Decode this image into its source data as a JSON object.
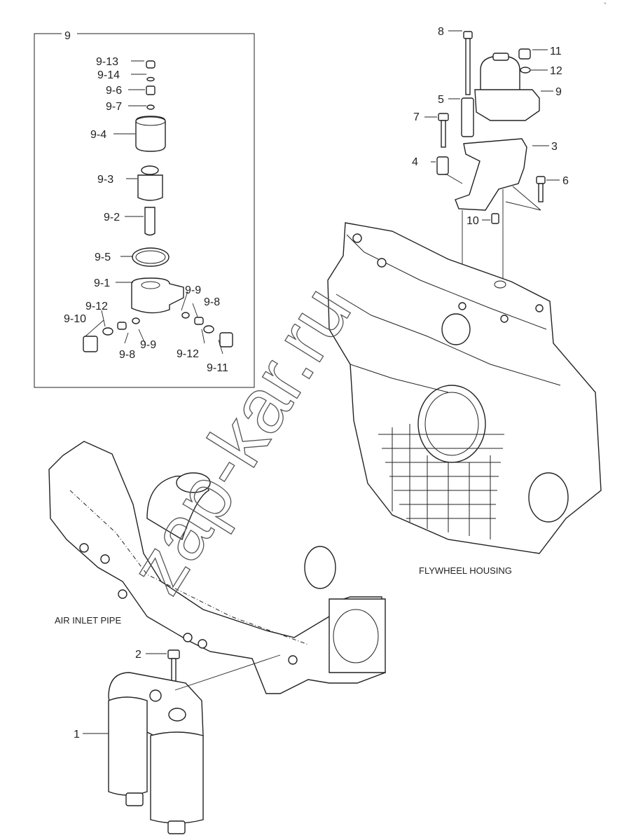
{
  "corner_mark": "'*",
  "watermark": "zap-kar.ru",
  "inset": {
    "group_label": "9",
    "labels": [
      "9-13",
      "9-14",
      "9-6",
      "9-7",
      "9-4",
      "9-3",
      "9-2",
      "9-5",
      "9-1",
      "9-9",
      "9-12",
      "9-10",
      "9-8",
      "9-8",
      "9-9",
      "9-12",
      "9-11"
    ]
  },
  "main_labels": {
    "l8": "8",
    "l11": "11",
    "l12": "12",
    "l5": "5",
    "l9": "9",
    "l7": "7",
    "l3": "3",
    "l4": "4",
    "l6": "6",
    "l10": "10",
    "l2": "2",
    "l1": "1"
  },
  "captions": {
    "flywheel": "FLYWHEEL HOUSING",
    "air_inlet": "AIR INLET PIPE"
  }
}
